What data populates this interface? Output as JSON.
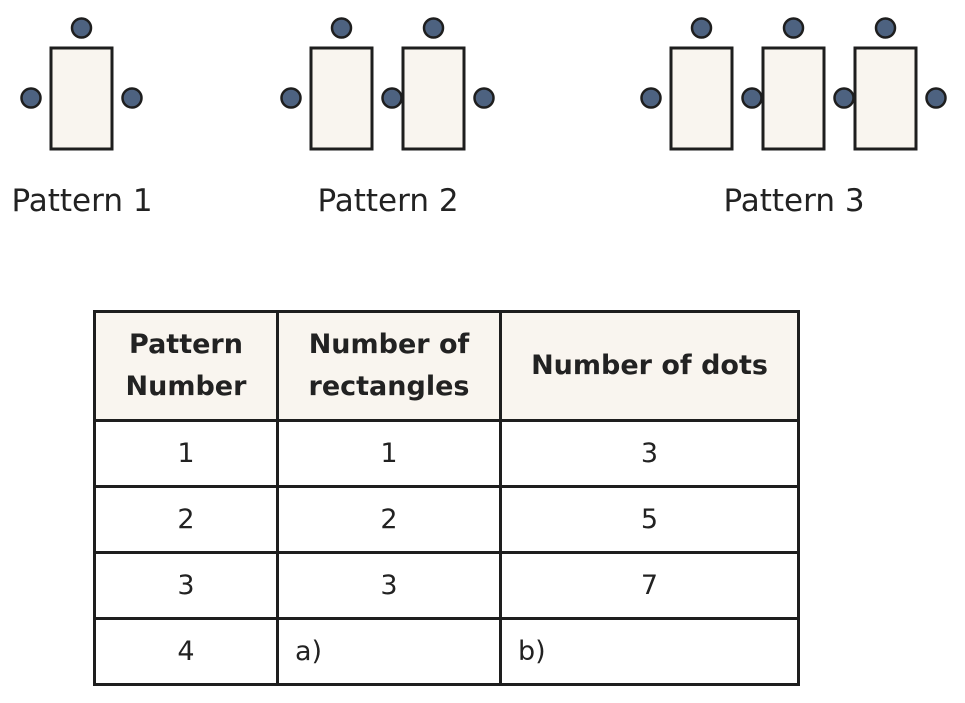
{
  "patterns": [
    {
      "label": "Pattern 1",
      "rectangles": 1
    },
    {
      "label": "Pattern 2",
      "rectangles": 2
    },
    {
      "label": "Pattern 3",
      "rectangles": 3
    }
  ],
  "colors": {
    "dot_fill": "#4d6280",
    "dot_stroke": "#1e1e1e",
    "rect_fill": "#f9f5ef",
    "rect_stroke": "#1e1e1e",
    "header_fill": "#f9f5ef"
  },
  "table": {
    "headers": {
      "pattern_line1": "Pattern",
      "pattern_line2": "Number",
      "rect_line1": "Number of",
      "rect_line2": "rectangles",
      "dots": "Number of dots"
    },
    "rows": [
      {
        "pattern": "1",
        "rectangles": "1",
        "dots": "3"
      },
      {
        "pattern": "2",
        "rectangles": "2",
        "dots": "5"
      },
      {
        "pattern": "3",
        "rectangles": "3",
        "dots": "7"
      },
      {
        "pattern": "4",
        "rectangles": "a)",
        "dots": "b)"
      }
    ]
  }
}
